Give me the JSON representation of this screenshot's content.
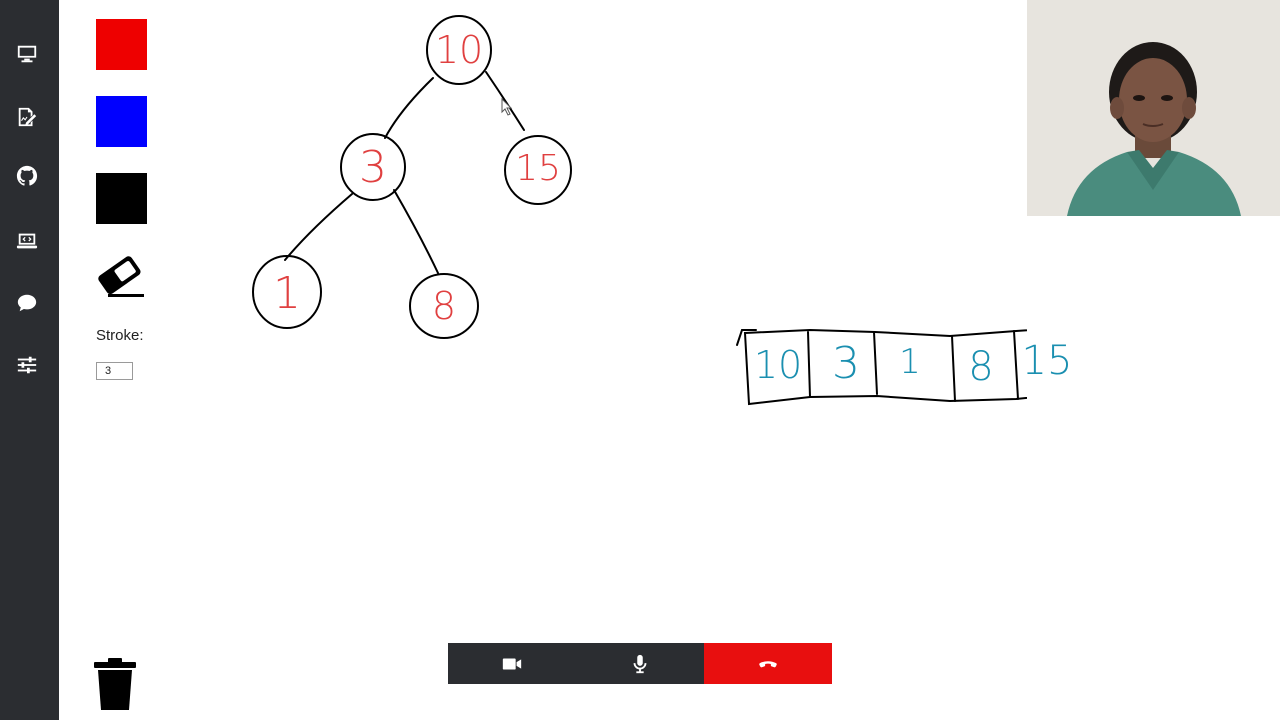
{
  "sidebar": {
    "items": [
      {
        "icon": "monitor-icon"
      },
      {
        "icon": "edit-document-icon"
      },
      {
        "icon": "github-icon"
      },
      {
        "icon": "code-laptop-icon"
      },
      {
        "icon": "chat-bubble-icon"
      },
      {
        "icon": "sliders-icon"
      }
    ]
  },
  "toolbar": {
    "colors": [
      "#ee0000",
      "#0000ff",
      "#000000"
    ],
    "stroke_label": "Stroke:",
    "stroke_value": "3"
  },
  "whiteboard": {
    "tree_nodes": [
      "10",
      "3",
      "15",
      "1",
      "8"
    ],
    "array_cells": [
      "10",
      "3",
      "1",
      "8",
      "15"
    ],
    "tree_ink_color": "#e04040",
    "array_ink_color": "#1a8fb0"
  },
  "call_controls": {
    "buttons": [
      {
        "icon": "video-camera-icon"
      },
      {
        "icon": "microphone-icon"
      },
      {
        "icon": "hang-up-icon"
      }
    ],
    "end_call_color": "#e80f0f"
  }
}
